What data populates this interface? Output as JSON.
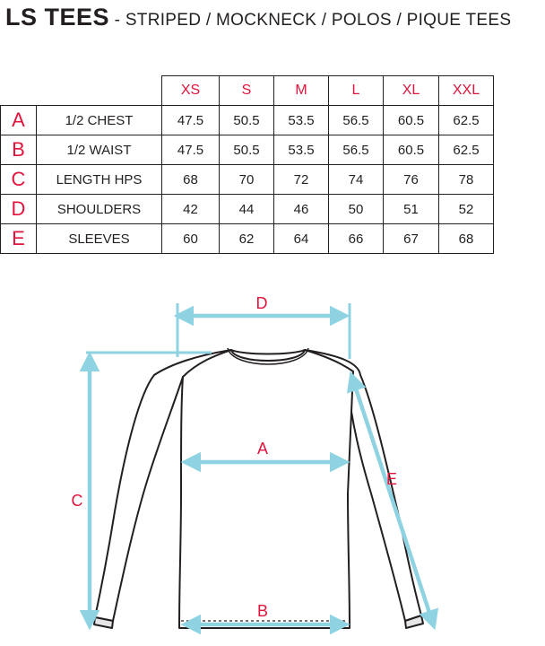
{
  "title": {
    "bold": "LS TEES",
    "rest": " - STRIPED / MOCKNECK / POLOS / PIQUE TEES"
  },
  "table": {
    "sizes": [
      "XS",
      "S",
      "M",
      "L",
      "XL",
      "XXL"
    ],
    "rows": [
      {
        "letter": "A",
        "label": "1/2 CHEST",
        "values": [
          "47.5",
          "50.5",
          "53.5",
          "56.5",
          "60.5",
          "62.5"
        ]
      },
      {
        "letter": "B",
        "label": "1/2 WAIST",
        "values": [
          "47.5",
          "50.5",
          "53.5",
          "56.5",
          "60.5",
          "62.5"
        ]
      },
      {
        "letter": "C",
        "label": "LENGTH HPS",
        "values": [
          "68",
          "70",
          "72",
          "74",
          "76",
          "78"
        ]
      },
      {
        "letter": "D",
        "label": "SHOULDERS",
        "values": [
          "42",
          "44",
          "46",
          "50",
          "51",
          "52"
        ]
      },
      {
        "letter": "E",
        "label": "SLEEVES",
        "values": [
          "60",
          "62",
          "64",
          "66",
          "67",
          "68"
        ]
      }
    ]
  },
  "diagram": {
    "labels": {
      "a": "A",
      "b": "B",
      "c": "C",
      "d": "D",
      "e": "E"
    }
  },
  "colors": {
    "accent": "#e0143c",
    "arrow": "#8fd3e3",
    "ink": "#231f20"
  }
}
